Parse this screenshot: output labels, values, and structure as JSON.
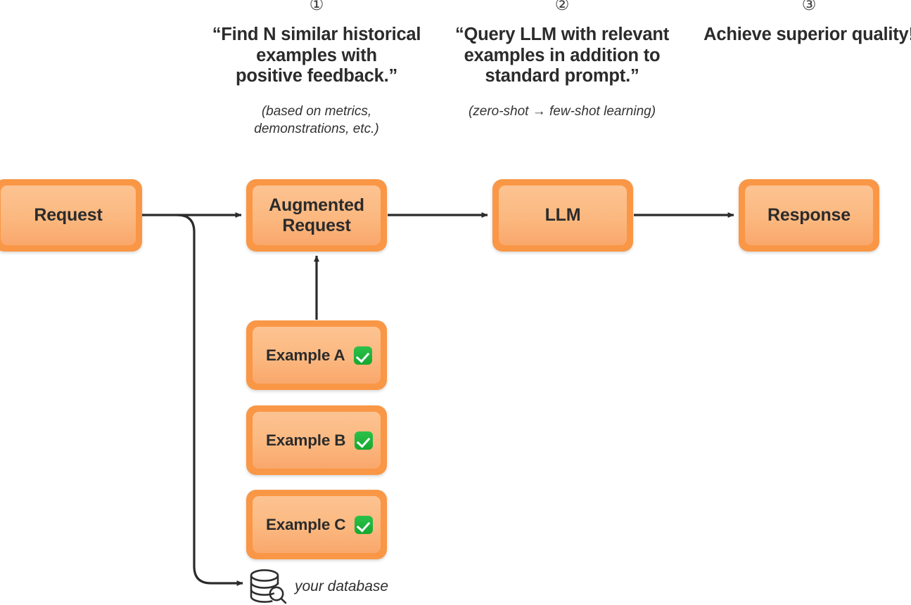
{
  "steps": [
    {
      "badge": "①",
      "title": "“Find N similar historical\nexamples with\npositive feedback.”",
      "subtitle": "(based on metrics,\ndemonstrations, etc.)"
    },
    {
      "badge": "②",
      "title": "“Query LLM with relevant\nexamples in addition to\nstandard prompt.”",
      "subtitle": "(zero-shot → few-shot learning)"
    },
    {
      "badge": "③",
      "title": "Achieve superior quality!",
      "subtitle": ""
    }
  ],
  "nodes": {
    "request": "Request",
    "augmented_request": "Augmented\nRequest",
    "llm": "LLM",
    "response": "Response"
  },
  "examples": [
    {
      "label": "Example A",
      "status_icon": "green-check-mark"
    },
    {
      "label": "Example B",
      "status_icon": "green-check-mark"
    },
    {
      "label": "Example C",
      "status_icon": "green-check-mark"
    }
  ],
  "database": {
    "icon": "database-search-icon",
    "caption": "your database"
  },
  "colors": {
    "node_border": "#f99746",
    "node_fill_top": "#fcc392",
    "node_fill_bottom": "#f9a76c",
    "text": "#2b2b2b",
    "connector": "#2b2b2b",
    "check_green": "#16a82f",
    "background": "#ffffff"
  }
}
